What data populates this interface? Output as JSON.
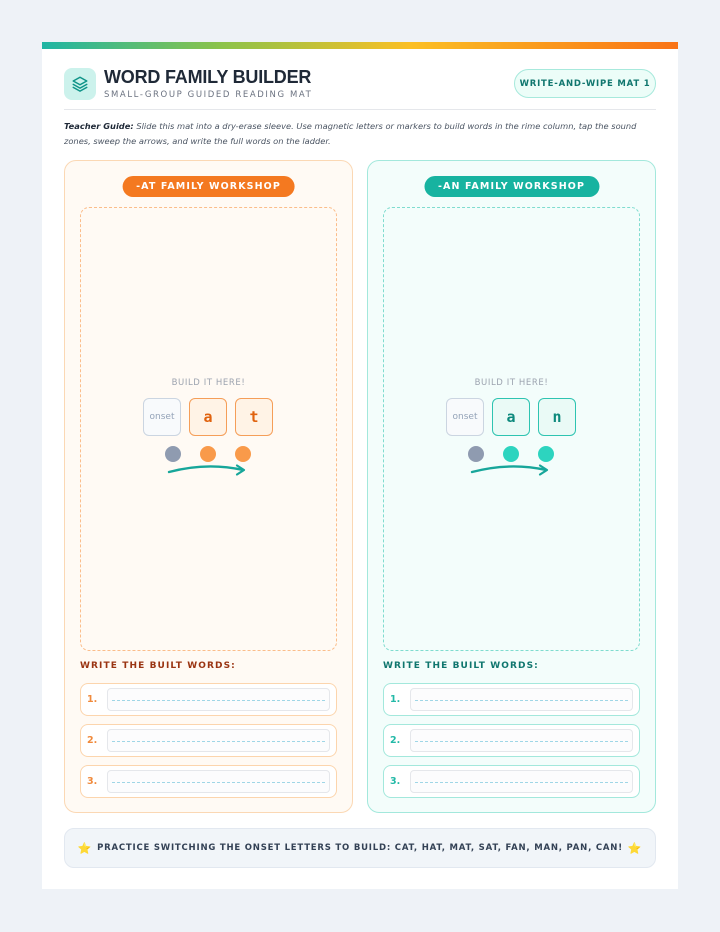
{
  "header": {
    "title": "WORD FAMILY BUILDER",
    "subtitle": "SMALL-GROUP GUIDED READING MAT",
    "badge": "WRITE-AND-WIPE MAT 1",
    "logo_icon": "layers-icon"
  },
  "guide": {
    "lead": "Teacher Guide:",
    "text": " Slide this mat into a dry-erase sleeve. Use magnetic letters or markers to build words in the rime column, tap the sound zones, sweep the arrows, and write the full words on the ladder."
  },
  "panels": [
    {
      "title": "-AT FAMILY WORKSHOP",
      "build_label": "BUILD IT HERE!",
      "onset_label": "onset",
      "letters": [
        "a",
        "t"
      ],
      "write_label": "WRITE THE BUILT WORDS:",
      "lines": [
        "1.",
        "2.",
        "3."
      ],
      "accent": "#f47920"
    },
    {
      "title": "-AN FAMILY WORKSHOP",
      "build_label": "BUILD IT HERE!",
      "onset_label": "onset",
      "letters": [
        "a",
        "n"
      ],
      "write_label": "WRITE THE BUILT WORDS:",
      "lines": [
        "1.",
        "2.",
        "3."
      ],
      "accent": "#17b3a0"
    }
  ],
  "footer": {
    "text": "PRACTICE SWITCHING THE ONSET LETTERS TO BUILD: CAT, HAT, MAT, SAT, FAN, MAN, PAN, CAN!",
    "star_icon": "⭐"
  },
  "colors": {
    "orange": "#f47920",
    "teal": "#17b3a0",
    "ink": "#1f2937"
  }
}
